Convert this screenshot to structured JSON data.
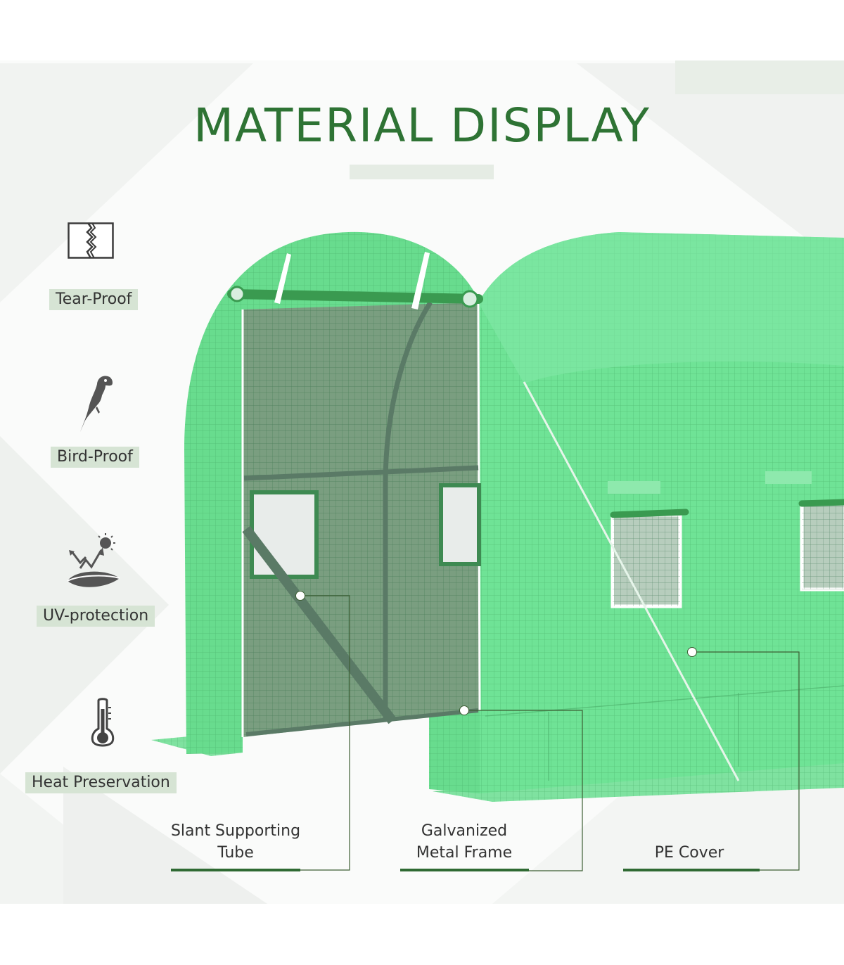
{
  "title": "MATERIAL DISPLAY",
  "features": [
    {
      "icon": "tear-proof-icon",
      "label": "Tear-Proof"
    },
    {
      "icon": "bird-icon",
      "label": "Bird-Proof"
    },
    {
      "icon": "uv-protection-icon",
      "label": "UV-protection"
    },
    {
      "icon": "thermometer-icon",
      "label": "Heat Preservation"
    }
  ],
  "callouts": [
    {
      "line1": "Slant Supporting",
      "line2": "Tube"
    },
    {
      "line1": "Galvanized",
      "line2": "Metal Frame"
    },
    {
      "line1": "PE Cover",
      "line2": ""
    }
  ],
  "colors": {
    "title_green": "#2e7334",
    "cover_green": "#6fe396",
    "label_bg": "#d6e4d4",
    "underline_green": "#2f6a33"
  }
}
